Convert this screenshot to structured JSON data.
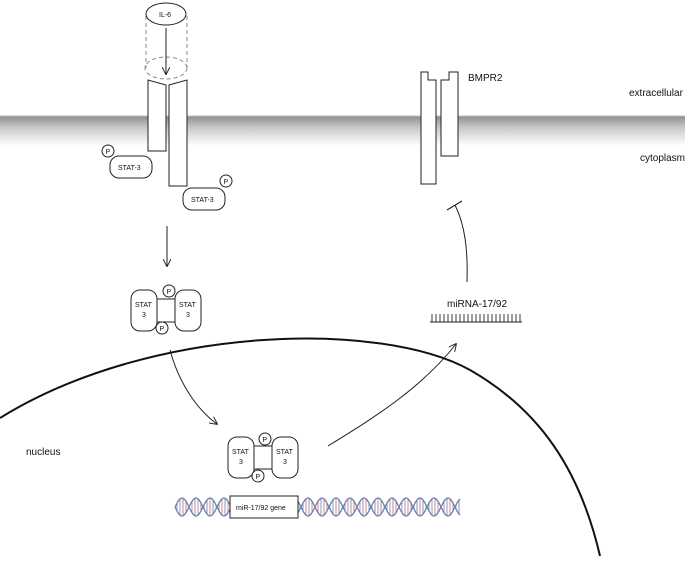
{
  "labels": {
    "il6": "IL-6",
    "bmpr2": "BMPR2",
    "extracellular": "extracellular",
    "cytoplasm": "cytoplasm",
    "nucleus": "nucleus",
    "mirna": "miRNA-17/92",
    "gene": "miR-17/92 gene",
    "stat3": "STAT-3",
    "stat": "STAT",
    "three": "3",
    "p": "P"
  },
  "colors": {
    "membrane_dark": "#9a9a9a",
    "membrane_light": "#f2f2f2",
    "line": "#222222",
    "dna_strand": "#6a7fb0",
    "dna_rung_a": "#c96a6a",
    "dna_rung_b": "#6a7fb0"
  }
}
